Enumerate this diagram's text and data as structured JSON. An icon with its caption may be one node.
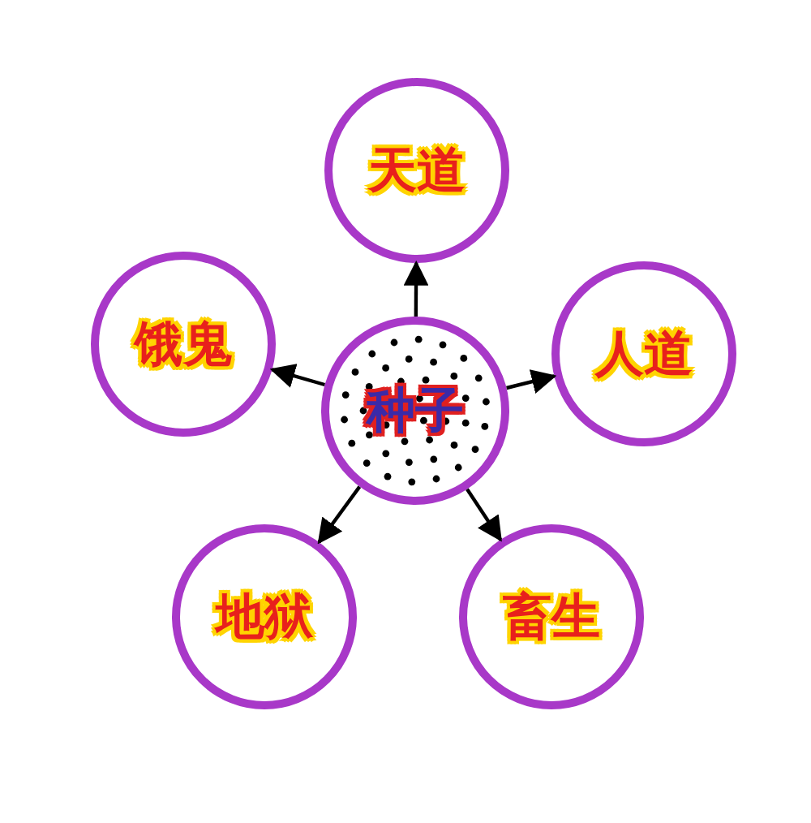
{
  "diagram": {
    "nodes": [
      {
        "text": [
          "天道"
        ]
      },
      {
        "text": [
          "饿鬼"
        ]
      },
      {
        "text": [
          "种子"
        ]
      },
      {
        "text": [
          "人道"
        ]
      },
      {
        "text": [
          "地狱"
        ]
      },
      {
        "text": [
          "畜生"
        ]
      }
    ],
    "edges": [
      {
        "from": 2,
        "to": 0,
        "arrow": "to"
      },
      {
        "from": 2,
        "to": 1,
        "arrow": "to"
      },
      {
        "from": 2,
        "to": 3,
        "arrow": "to"
      },
      {
        "from": 2,
        "to": 4,
        "arrow": "to"
      },
      {
        "from": 2,
        "to": 5,
        "arrow": "to"
      }
    ]
  }
}
